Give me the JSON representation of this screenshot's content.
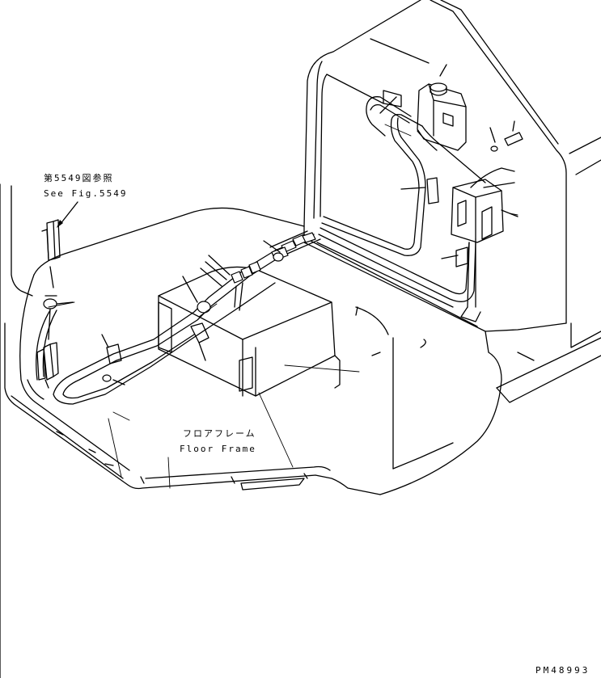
{
  "ref_note": {
    "japanese": "第5549図参照",
    "english": "See Fig.5549"
  },
  "floor_frame": {
    "japanese": "フロアフレーム",
    "english": "Floor Frame"
  },
  "drawing_number": "PM48993"
}
